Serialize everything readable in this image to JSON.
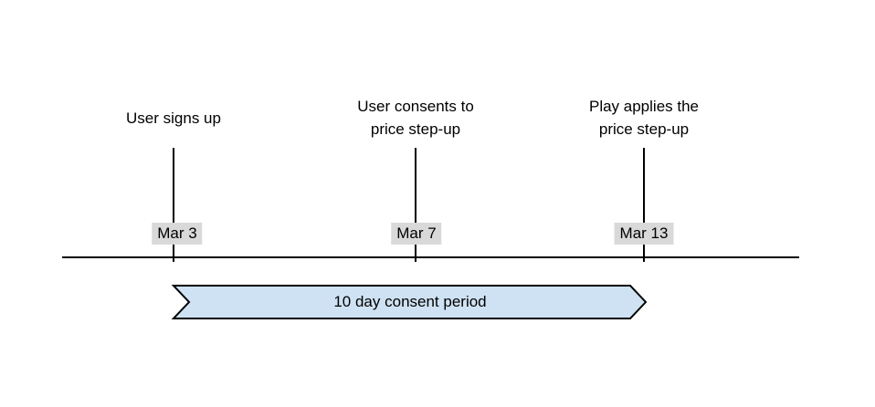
{
  "diagram": {
    "type": "timeline",
    "events": [
      {
        "label": "User signs up",
        "date": "Mar 3"
      },
      {
        "label": "User consents to\nprice step-up",
        "date": "Mar 7"
      },
      {
        "label": "Play applies the\nprice step-up",
        "date": "Mar 13"
      }
    ],
    "banner": {
      "label": "10 day consent period",
      "spans_from": "Mar 3",
      "spans_to": "Mar 13"
    },
    "colors": {
      "banner_fill": "#cfe2f3",
      "banner_stroke": "#000000",
      "date_chip_bg": "#d9d9d9",
      "line": "#000000"
    }
  }
}
